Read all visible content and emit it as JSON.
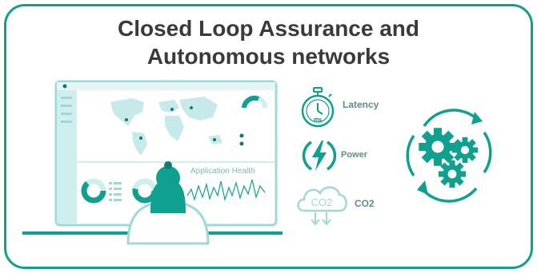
{
  "title": {
    "line1": "Closed Loop Assurance and",
    "line2": "Autonomous networks"
  },
  "dashboard": {
    "panel_title": "Application Health"
  },
  "metrics": [
    {
      "label": "Latency",
      "icon": "stopwatch-icon",
      "unit": "ms"
    },
    {
      "label": "Power",
      "icon": "lightning-icon"
    },
    {
      "label": "CO2",
      "icon": "cloud-co2-icon",
      "cloud_text": "CO2"
    }
  ],
  "automation_icon": "gears-cycle-icon",
  "colors": {
    "accent": "#10a08f",
    "light_teal": "#cfeeee",
    "mid_teal": "#9fd8d8",
    "dark_teal": "#0e7c74",
    "title_text": "#3a3a3a",
    "label_text": "#5f8e88"
  }
}
